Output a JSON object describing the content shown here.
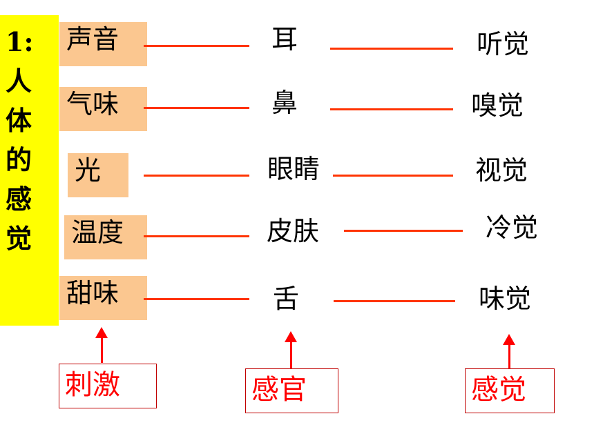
{
  "title": "1:\n人\n体\n的\n感\n觉",
  "rows": [
    {
      "stimulus": "声音",
      "organ": "耳",
      "sense": "听觉"
    },
    {
      "stimulus": "气味",
      "organ": "鼻",
      "sense": "嗅觉"
    },
    {
      "stimulus": "光",
      "organ": "眼睛",
      "sense": "视觉"
    },
    {
      "stimulus": "温度",
      "organ": "皮肤",
      "sense": "冷觉"
    },
    {
      "stimulus": "甜味",
      "organ": "舌",
      "sense": "味觉"
    }
  ],
  "labels": {
    "stimulus": "刺激",
    "organ": "感官",
    "sense": "感觉"
  },
  "colors": {
    "sidebar": "#ffff00",
    "stimulus_box": "#fbc790",
    "connector": "#ff3300",
    "label_text": "#ff0000",
    "label_border": "#c00000"
  }
}
